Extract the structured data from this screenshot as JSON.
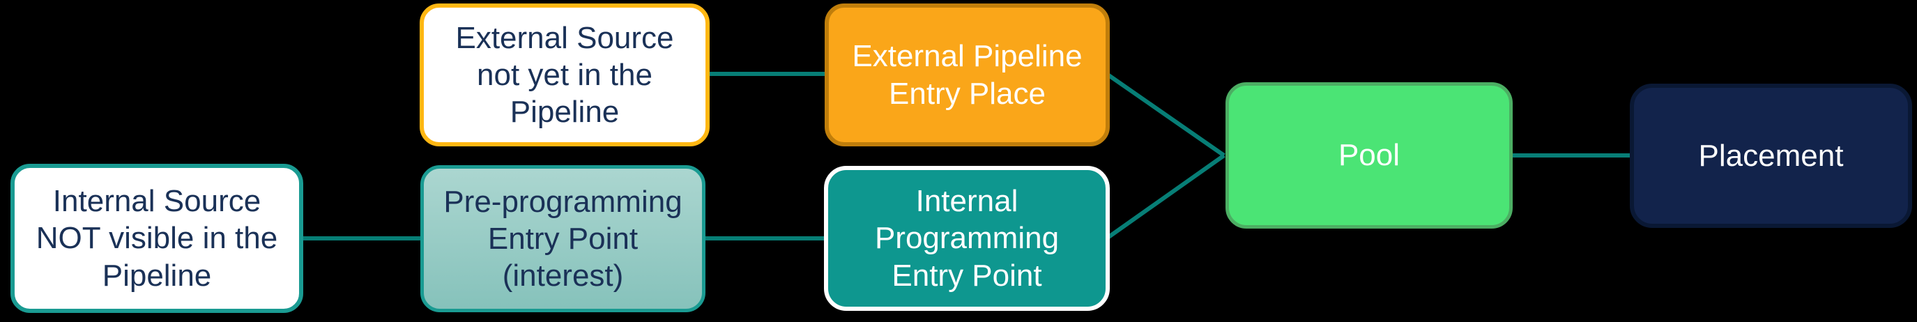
{
  "diagram": {
    "title": "",
    "background_color": "#000000",
    "connector_color": "#077E76",
    "text_navy": "#1A3157",
    "nodes": {
      "external_source": {
        "label": "External Source\nnot yet in the\nPipeline",
        "fill": "#FFFFFF",
        "border": "#FFB713",
        "text_color": "#1A3157"
      },
      "external_pipeline": {
        "label": "External Pipeline\nEntry Place",
        "fill": "#FAA619",
        "border": "#C07E0B",
        "text_color": "#FFFFFF"
      },
      "internal_source": {
        "label": "Internal Source\nNOT visible in the\nPipeline",
        "fill": "#FFFFFF",
        "border": "#1A9B92",
        "text_color": "#1A3157"
      },
      "pre_programming": {
        "label": "Pre-programming\nEntry Point\n(interest)",
        "fill_top": "#ABD6D0",
        "fill_bottom": "#86C2BB",
        "border": "#1A9B92",
        "text_color": "#1A3157"
      },
      "internal_programming": {
        "label": "Internal\nProgramming\nEntry Point",
        "fill": "#0E978F",
        "border": "#FFFFFF",
        "text_color": "#FFFFFF"
      },
      "pool": {
        "label": "Pool",
        "fill": "#4BE475",
        "border": "#4CAE63",
        "text_color": "#FFFFFF"
      },
      "placement": {
        "label": "Placement",
        "fill": "#12234B",
        "border": "#0A1834",
        "text_color": "#FFFFFF"
      }
    },
    "edges": [
      {
        "from": "internal_source",
        "to": "pre_programming"
      },
      {
        "from": "external_source",
        "to": "external_pipeline"
      },
      {
        "from": "pre_programming",
        "to": "internal_programming"
      },
      {
        "from": "external_pipeline",
        "to": "pool"
      },
      {
        "from": "internal_programming",
        "to": "pool"
      },
      {
        "from": "pool",
        "to": "placement"
      }
    ]
  }
}
